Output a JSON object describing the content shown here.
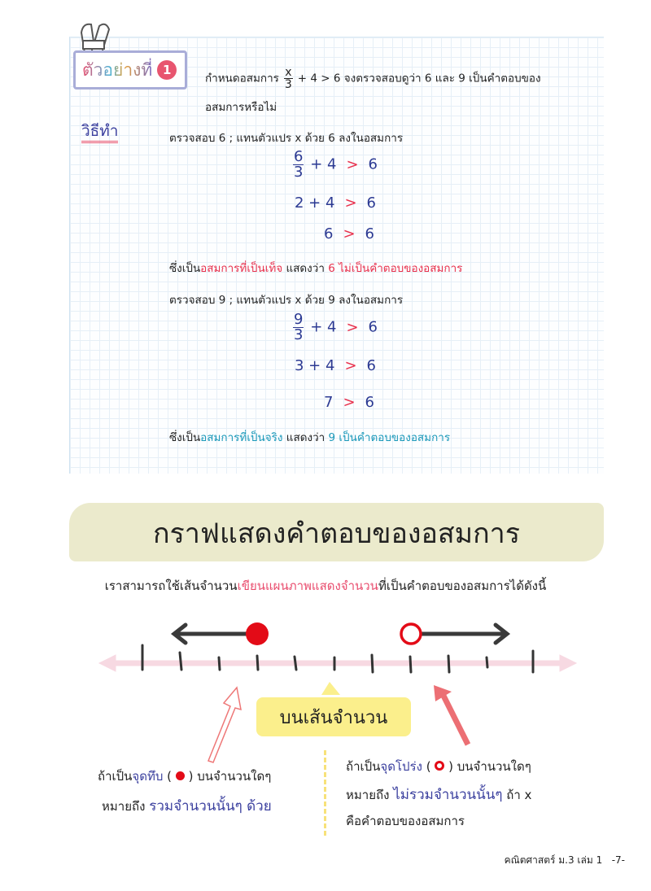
{
  "example": {
    "badge_label": "ตัวอย่างที่",
    "badge_number": "1",
    "problem_pre": "กำหนดอสมการ",
    "frac_num": "x",
    "frac_den": "3",
    "problem_post": "+ 4 > 6 จงตรวจสอบดูว่า 6 และ 9 เป็นคำตอบของ",
    "problem_line2": "อสมการหรือไม่"
  },
  "solution": {
    "label": "วิธีทำ",
    "check6": "ตรวจสอบ 6 ; แทนตัวแปร x ด้วย 6 ลงในอสมการ",
    "eq6": [
      {
        "num": "6",
        "den": "3",
        "lhs": "+ 4",
        "op": ">",
        "rhs": "6"
      },
      {
        "lhs": "2 + 4",
        "op": ">",
        "rhs": "6"
      },
      {
        "lhs": "6",
        "op": ">",
        "rhs": "6"
      }
    ],
    "concl6_pre": "ซึ่งเป็น",
    "concl6_hl": "อสมการที่เป็นเท็จ",
    "concl6_mid": " แสดงว่า ",
    "concl6_hl2": "6 ไม่เป็นคำตอบของอสมการ",
    "check9": "ตรวจสอบ 9 ; แทนตัวแปร x ด้วย 9 ลงในอสมการ",
    "eq9": [
      {
        "num": "9",
        "den": "3",
        "lhs": "+ 4",
        "op": ">",
        "rhs": "6"
      },
      {
        "lhs": "3 + 4",
        "op": ">",
        "rhs": "6"
      },
      {
        "lhs": "7",
        "op": ">",
        "rhs": "6"
      }
    ],
    "concl9_pre": "ซึ่งเป็น",
    "concl9_hl": "อสมการที่เป็นจริง",
    "concl9_mid": " แสดงว่า ",
    "concl9_hl2": "9 เป็นคำตอบของอสมการ"
  },
  "section": {
    "title": "กราฟแสดงคำตอบของอสมการ",
    "intro_pre": "เราสามารถใช้เส้นจำนวน",
    "intro_hl": "เขียนแผนภาพแสดงจำนวน",
    "intro_post": "ที่เป็นคำตอบของอสมการได้ดังนี้",
    "numberline_label": "บนเส้นจำนวน"
  },
  "closed": {
    "pre": "ถ้าเป็น",
    "hl": "จุดทึบ",
    "paren_open": "(",
    "paren_close": ")",
    "post": "บนจำนวนใดๆ",
    "line2_pre": "หมายถึง",
    "line2_hl": "รวมจำนวนนั้นๆ ด้วย"
  },
  "open": {
    "pre": "ถ้าเป็น",
    "hl": "จุดโปร่ง",
    "paren_open": "(",
    "paren_close": ")",
    "post": "บนจำนวนใดๆ",
    "line2_pre": "หมายถึง",
    "line2_hl": "ไม่รวมจำนวนนั้นๆ",
    "line2_post": "ถ้า x",
    "line3": "คือคำตอบของอสมการ"
  },
  "footer": {
    "book": "คณิตศาสตร์ ม.3 เล่ม 1",
    "page": "-7-"
  },
  "colors": {
    "red": "#e8304c",
    "blue": "#3a3f9e",
    "teal": "#1a98b9",
    "banner": "#ebeacc",
    "label": "#fbef8c"
  }
}
